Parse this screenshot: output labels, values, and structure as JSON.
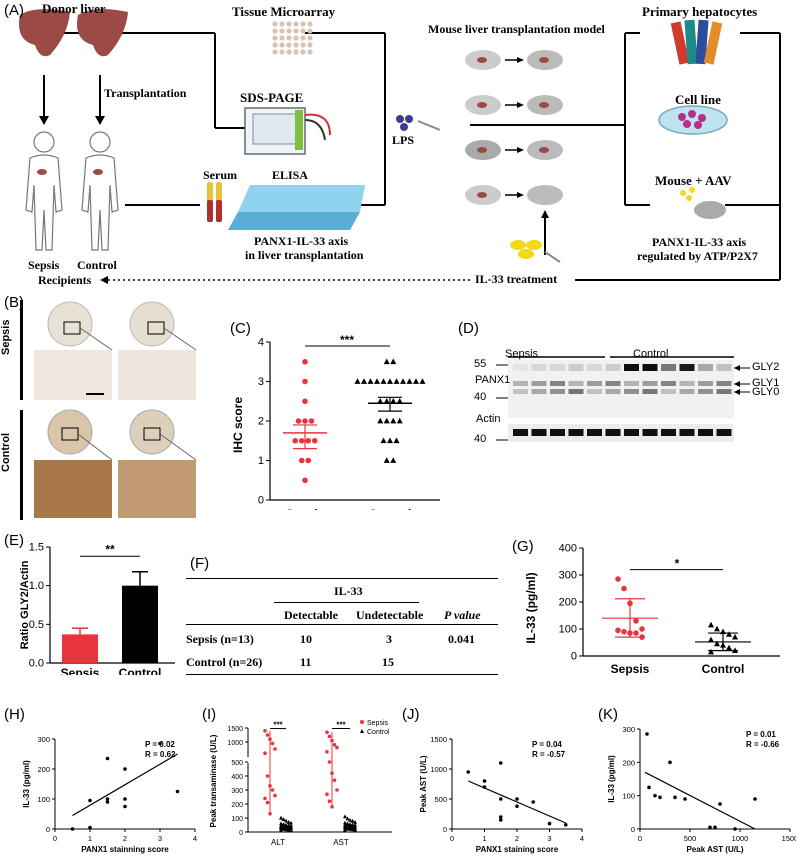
{
  "colors": {
    "sepsis": "#e8343c",
    "control": "#000000",
    "liver": "#9b4a45",
    "elisa": "#8fd3ef"
  },
  "panel_a": {
    "label": "(A)",
    "donor_liver": "Donor liver",
    "transplantation": "Transplantation",
    "sepsis": "Sepsis",
    "control": "Control",
    "recipients": "Recipients",
    "tissue_microarray": "Tissue Microarray",
    "sds_page": "SDS-PAGE",
    "serum": "Serum",
    "elisa": "ELISA",
    "axis_caption_1": "PANX1-IL-33 axis",
    "axis_caption_2": "in liver transplantation",
    "lps": "LPS",
    "mouse_model": "Mouse liver transplantation model",
    "il33_treatment": "IL-33 treatment",
    "primary_hepatocytes": "Primary hepatocytes",
    "cell_line": "Cell line",
    "mouse_aav": "Mouse + AAV",
    "regulated_1": "PANX1-IL-33 axis",
    "regulated_2": "regulated by ATP/P2X7"
  },
  "panel_b": {
    "label": "(B)",
    "sepsis": "Sepsis",
    "control": "Control"
  },
  "panel_d": {
    "label": "(D)",
    "sepsis": "Sepsis",
    "control": "Control",
    "panx1": "PANX1",
    "actin": "Actin",
    "mw": [
      "55",
      "40",
      "40"
    ],
    "bands": [
      "GLY2",
      "GLY1",
      "GLY0"
    ]
  },
  "panel_f": {
    "label": "(F)",
    "il33": "IL-33",
    "detectable": "Detectable",
    "undetectable": "Undetectable",
    "pvalue_header": "P value",
    "rows": [
      {
        "group": "Sepsis (n=13)",
        "detectable": "10",
        "undetectable": "3",
        "p": "0.041"
      },
      {
        "group": "Control (n=26)",
        "detectable": "11",
        "undetectable": "15",
        "p": ""
      }
    ]
  },
  "chart_data": [
    {
      "panel": "(C)",
      "type": "scatter",
      "ylabel": "IHC score",
      "categories": [
        "Sepsis",
        "Control"
      ],
      "ylim": [
        0,
        4
      ],
      "yticks": [
        "0",
        "1",
        "2",
        "3",
        "4"
      ],
      "significance": "***",
      "series": [
        {
          "name": "Sepsis",
          "values": [
            3.5,
            3.0,
            2.5,
            2.0,
            2.0,
            2.0,
            1.5,
            1.5,
            1.5,
            1.5,
            1.0,
            1.0,
            0.5
          ],
          "mean": 1.7,
          "err": [
            1.3,
            1.9
          ]
        },
        {
          "name": "Control",
          "values": [
            3.5,
            3.5,
            3.0,
            3.0,
            3.0,
            3.0,
            3.0,
            3.0,
            3.0,
            3.0,
            3.0,
            3.0,
            3.0,
            2.5,
            2.5,
            2.5,
            2.5,
            2.0,
            2.0,
            2.0,
            2.0,
            1.5,
            1.5,
            1.5,
            1.0,
            1.0
          ],
          "mean": 2.45,
          "err": [
            2.25,
            2.6
          ]
        }
      ]
    },
    {
      "panel": "(E)",
      "type": "bar",
      "ylabel": "Ratio GLY2/Actin",
      "categories": [
        "Sepsis",
        "Control"
      ],
      "values": [
        0.37,
        1.0
      ],
      "errors": [
        0.08,
        0.18
      ],
      "ylim": [
        0,
        1.5
      ],
      "yticks": [
        "0.0",
        "0.5",
        "1.0",
        "1.5"
      ],
      "significance": "**"
    },
    {
      "panel": "(G)",
      "type": "scatter",
      "ylabel": "IL-33 (pg/ml)",
      "categories": [
        "Sepsis",
        "Control"
      ],
      "ylim": [
        0,
        400
      ],
      "yticks": [
        "0",
        "100",
        "200",
        "300",
        "400"
      ],
      "significance": "*",
      "series": [
        {
          "name": "Sepsis",
          "values": [
            285,
            250,
            195,
            130,
            100,
            95,
            90,
            85,
            85,
            70
          ],
          "mean": 140,
          "err": [
            70,
            212
          ]
        },
        {
          "name": "Control",
          "values": [
            115,
            100,
            90,
            80,
            70,
            60,
            45,
            40,
            30,
            20,
            15
          ],
          "mean": 52,
          "err": [
            20,
            85
          ]
        }
      ]
    },
    {
      "panel": "(H)",
      "type": "scatter",
      "xlabel": "PANX1 stainning score",
      "ylabel": "IL-33 (pg/ml)",
      "xlim": [
        0,
        4
      ],
      "ylim": [
        0,
        300
      ],
      "xticks": [
        "0",
        "1",
        "2",
        "3",
        "4"
      ],
      "yticks": [
        "0",
        "100",
        "200",
        "300"
      ],
      "stats": [
        "P = 0.02",
        "R = 0.62"
      ],
      "x": [
        0.5,
        1.0,
        1.0,
        1.5,
        1.5,
        1.5,
        2.0,
        2.0,
        2.0,
        3.0,
        3.5
      ],
      "y": [
        0,
        5,
        95,
        90,
        100,
        235,
        200,
        100,
        75,
        285,
        125
      ],
      "fit": [
        [
          0.5,
          45
        ],
        [
          3.5,
          250
        ]
      ]
    },
    {
      "panel": "(I)",
      "type": "scatter",
      "ylabel": "Peak transaminase (U/L)",
      "categories": [
        "ALT",
        "AST"
      ],
      "yticks": [
        "0",
        "100",
        "200",
        "300",
        "400",
        "500",
        "1000",
        "1500"
      ],
      "legend": [
        "Sepsis",
        "Control"
      ],
      "significance": [
        "***",
        "***"
      ],
      "series": [
        {
          "name": "Sepsis",
          "groups": [
            [
              1400,
              1250,
              1100,
              950,
              750,
              600,
              400,
              330,
              300,
              260,
              240,
              210,
              130
            ],
            [
              1350,
              1200,
              1050,
              900,
              800,
              650,
              500,
              420,
              370,
              300,
              270,
              220,
              180
            ]
          ]
        },
        {
          "name": "Control",
          "groups": [
            [
              100,
              90,
              80,
              70,
              65,
              60,
              55,
              50,
              48,
              45,
              42,
              40,
              38,
              36,
              34,
              32,
              30,
              28,
              26,
              24,
              22,
              20,
              18,
              15,
              12,
              10
            ],
            [
              110,
              95,
              85,
              78,
              70,
              65,
              60,
              55,
              52,
              50,
              48,
              45,
              42,
              40,
              38,
              35,
              32,
              30,
              28,
              26,
              24,
              22,
              20,
              18,
              15,
              12
            ]
          ]
        }
      ]
    },
    {
      "panel": "(J)",
      "type": "scatter",
      "xlabel": "PANX1 staining score",
      "ylabel": "Peak AST (U/L)",
      "xlim": [
        0,
        4
      ],
      "ylim": [
        0,
        1500
      ],
      "xticks": [
        "0",
        "1",
        "2",
        "3",
        "4"
      ],
      "yticks": [
        "0",
        "500",
        "1000",
        "1500"
      ],
      "stats": [
        "P = 0.04",
        "R = -0.57"
      ],
      "x": [
        0.5,
        1.0,
        1.0,
        1.5,
        1.5,
        1.5,
        1.5,
        2.0,
        2.0,
        2.5,
        3.0,
        3.5
      ],
      "y": [
        950,
        800,
        700,
        1100,
        500,
        200,
        150,
        500,
        380,
        450,
        90,
        70
      ],
      "fit": [
        [
          0.5,
          800
        ],
        [
          3.5,
          100
        ]
      ]
    },
    {
      "panel": "(K)",
      "type": "scatter",
      "xlabel": "Peak AST (U/L)",
      "ylabel": "IL-33 (pg/ml)",
      "xlim": [
        0,
        1500
      ],
      "ylim": [
        0,
        300
      ],
      "xticks": [
        "0",
        "500",
        "1000",
        "1500"
      ],
      "yticks": [
        "0",
        "100",
        "200",
        "300"
      ],
      "stats": [
        "P = 0.01",
        "R = -0.66"
      ],
      "x": [
        70,
        90,
        150,
        200,
        300,
        350,
        450,
        700,
        750,
        800,
        950,
        1150
      ],
      "y": [
        285,
        125,
        100,
        95,
        200,
        95,
        90,
        5,
        5,
        75,
        0,
        90
      ],
      "fit": [
        [
          50,
          170
        ],
        [
          1150,
          0
        ]
      ]
    }
  ]
}
